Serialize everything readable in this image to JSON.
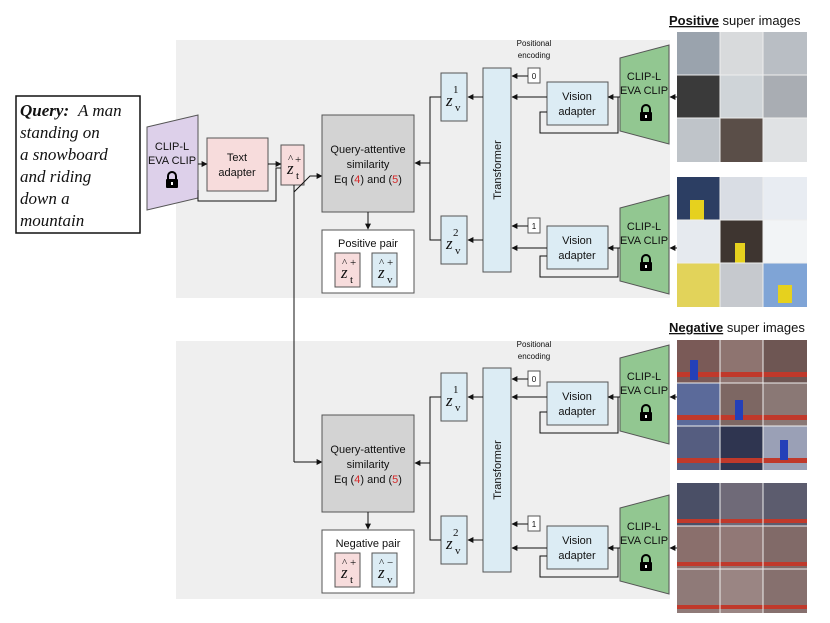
{
  "query": {
    "label": "Query:",
    "lines": [
      "A man",
      "standing on",
      "a snowboard",
      "and riding",
      "down a",
      "mountain"
    ]
  },
  "text_encoder": {
    "line1": "CLIP-L",
    "line2": "EVA CLIP"
  },
  "text_adapter": {
    "line1": "Text",
    "line2": "adapter"
  },
  "text_embedding": {
    "base": "z",
    "hat": "^",
    "sub": "t",
    "sup": "+"
  },
  "positional_encoding": {
    "line1": "Positional",
    "line2": "encoding"
  },
  "positional_indices": [
    "0",
    "1"
  ],
  "transformer": {
    "label": "Transformer"
  },
  "vision_adapter": {
    "line1": "Vision",
    "line2": "adapter"
  },
  "vision_encoder": {
    "line1": "CLIP-L",
    "line2": "EVA CLIP"
  },
  "vision_embeddings": [
    {
      "base": "z",
      "sub": "v",
      "sup": "1"
    },
    {
      "base": "z",
      "sub": "v",
      "sup": "2"
    }
  ],
  "similarity": {
    "line1": "Query-attentive",
    "line2": "similarity",
    "eq_prefix": "Eq (",
    "ref1": "4",
    "mid": ") and (",
    "ref2": "5",
    "eq_suffix": ")"
  },
  "positive": {
    "header_bold": "Positive",
    "header_rest": " super images",
    "pair_label": "Positive pair",
    "pair_video_sup": "+"
  },
  "negative": {
    "header_bold": "Negative",
    "header_rest": " super images",
    "pair_label": "Negative pair",
    "pair_video_sup": "−"
  },
  "colors": {
    "panel_bg": "#efefef",
    "text_encoder": "#ddd0ea",
    "text_adapter": "#f7dcdc",
    "vision_encoder": "#92c791",
    "vision_box": "#dcecf4",
    "similarity": "#d3d3d3"
  }
}
